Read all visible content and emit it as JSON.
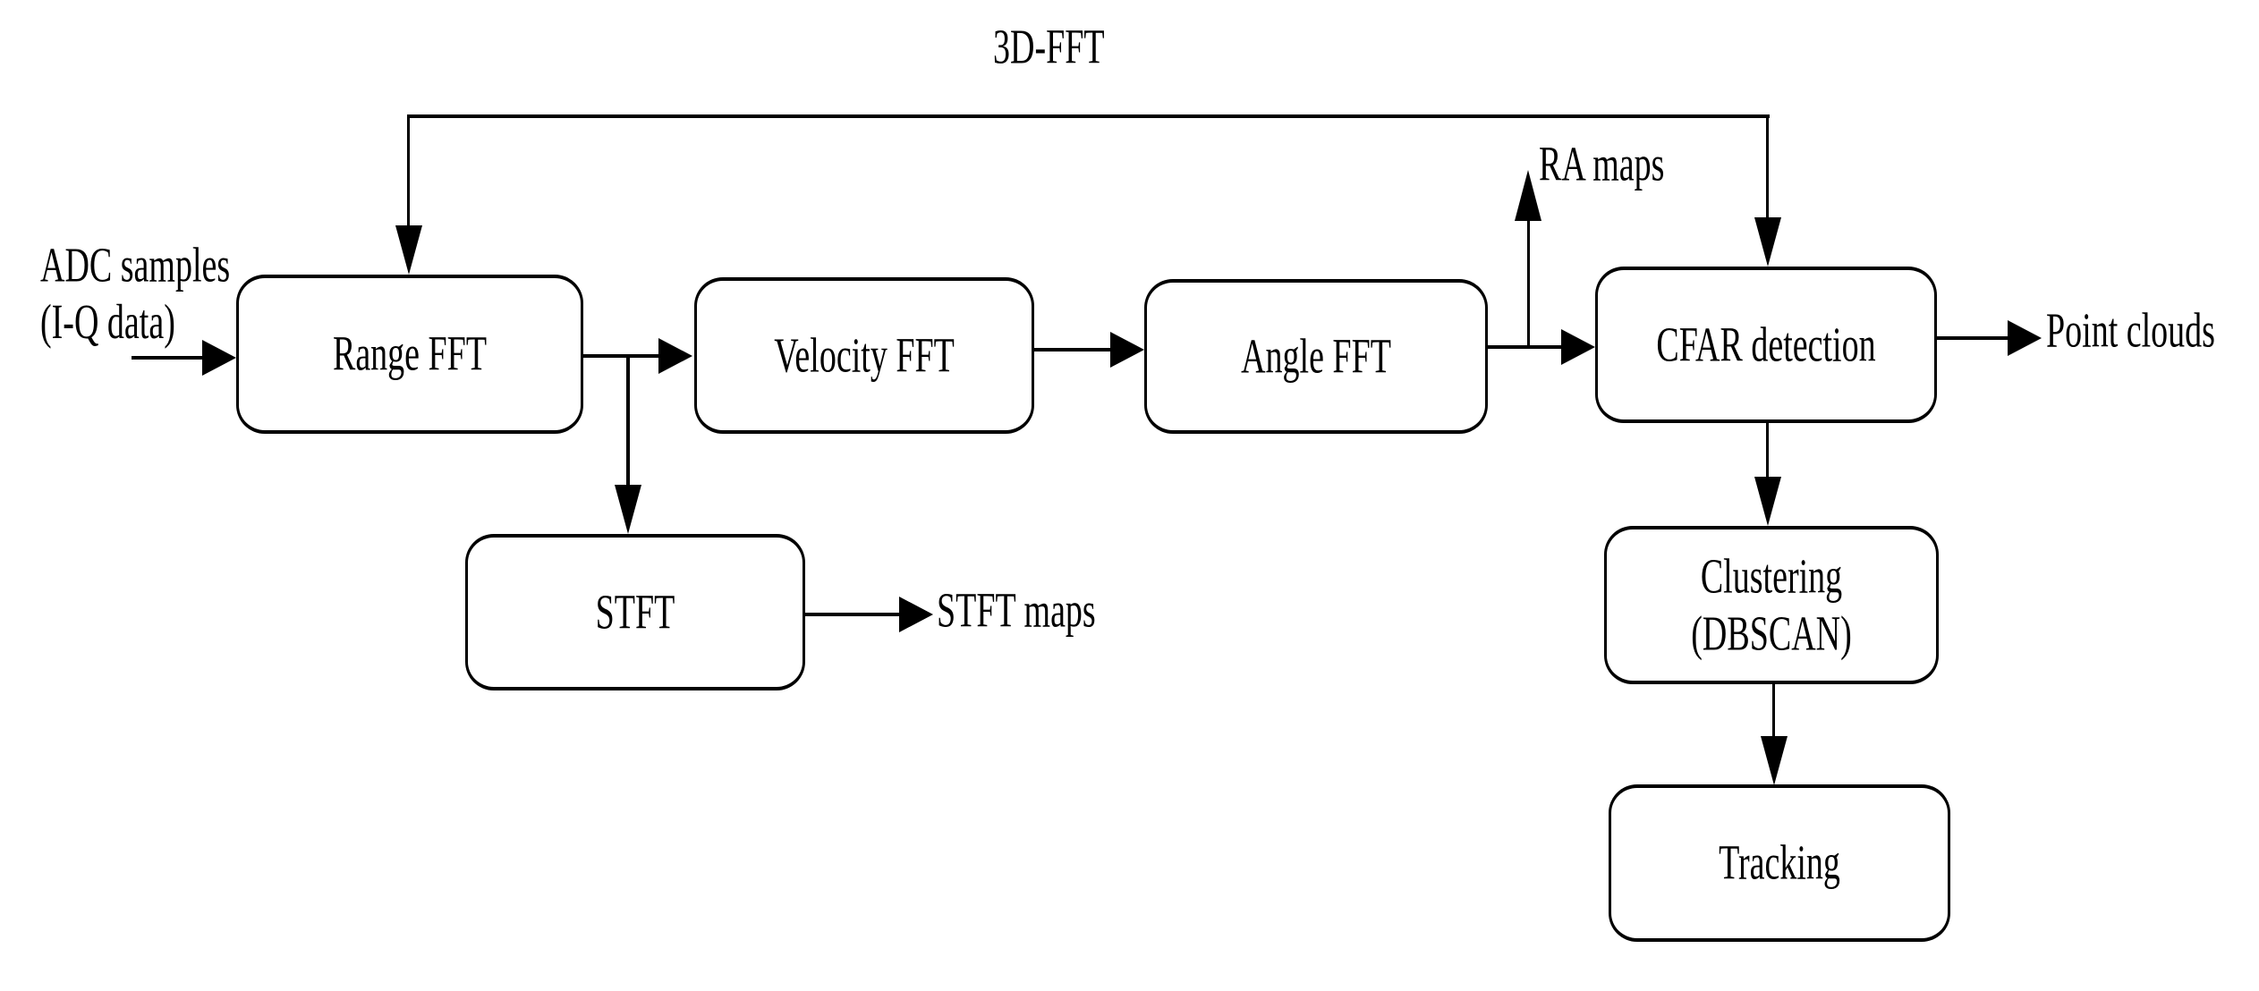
{
  "diagram": {
    "title": "3D-FFT",
    "nodes": {
      "range_fft": {
        "label": "Range FFT"
      },
      "velocity_fft": {
        "label": "Velocity FFT"
      },
      "angle_fft": {
        "label": "Angle FFT"
      },
      "cfar_detection": {
        "label": "CFAR detection"
      },
      "stft": {
        "label": "STFT"
      },
      "clustering": {
        "label": "Clustering",
        "sublabel": "(DBSCAN)"
      },
      "tracking": {
        "label": "Tracking"
      }
    },
    "labels": {
      "input_line1": "ADC samples",
      "input_line2": "(I-Q data)",
      "ra_maps": "RA maps",
      "stft_maps": "STFT maps",
      "point_clouds": "Point clouds"
    },
    "colors": {
      "line": "#000000",
      "background": "#ffffff",
      "text": "#000000"
    }
  }
}
